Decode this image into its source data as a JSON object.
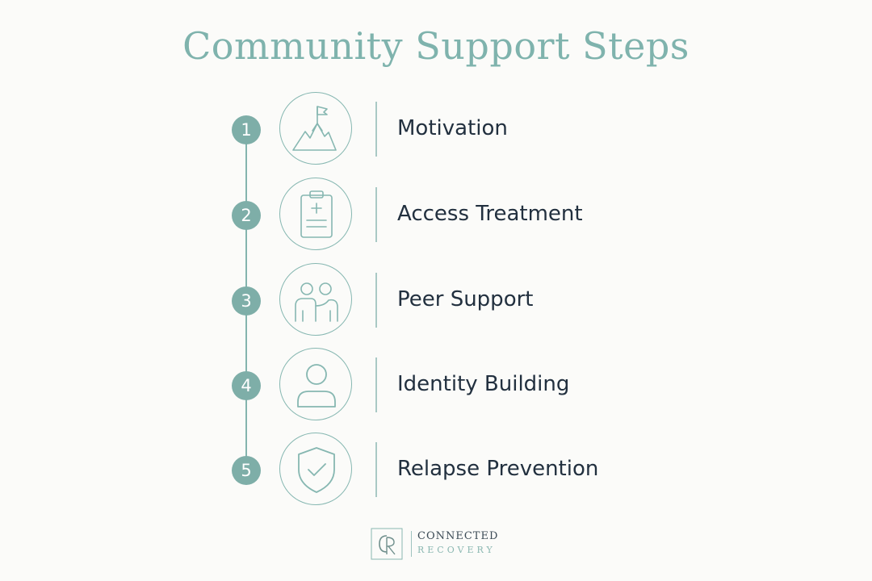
{
  "title": "Community Support Steps",
  "accent_color": "#7fb3ad",
  "steps": [
    {
      "number": "1",
      "label": "Motivation",
      "icon": "mountain-flag-icon"
    },
    {
      "number": "2",
      "label": "Access Treatment",
      "icon": "medical-clipboard-icon"
    },
    {
      "number": "3",
      "label": "Peer Support",
      "icon": "peer-support-icon"
    },
    {
      "number": "4",
      "label": "Identity Building",
      "icon": "person-icon"
    },
    {
      "number": "5",
      "label": "Relapse Prevention",
      "icon": "shield-check-icon"
    }
  ],
  "logo": {
    "monogram": "CR",
    "line1": "CONNECTED",
    "line2": "RECOVERY"
  }
}
